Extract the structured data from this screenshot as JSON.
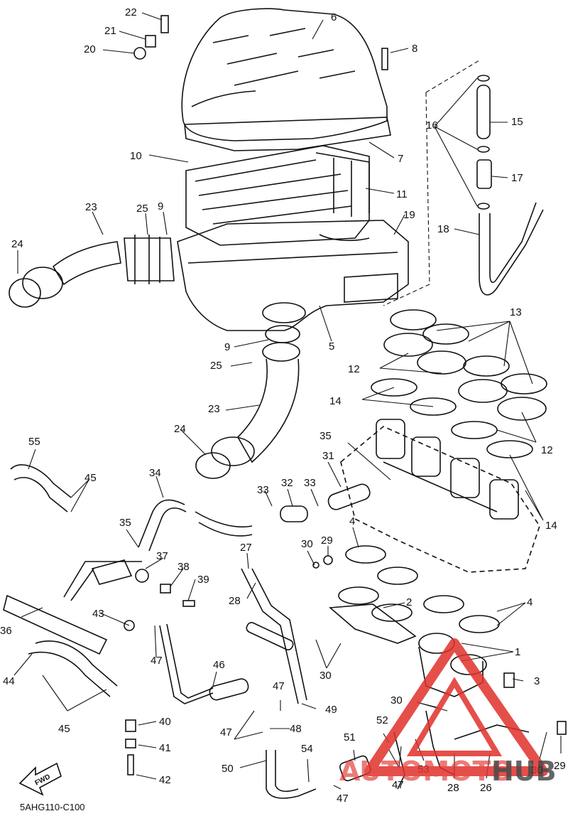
{
  "diagram_code": "5AHG110-C100",
  "fwd_label": "FWD",
  "watermark": {
    "text_red": "AUTOMOTO",
    "text_dark": "HUB",
    "red": "#e0312b",
    "dark": "#2b2b2b"
  },
  "callouts": [
    "1",
    "2",
    "3",
    "4",
    "5",
    "6",
    "7",
    "8",
    "9",
    "10",
    "11",
    "12",
    "13",
    "14",
    "15",
    "16",
    "17",
    "18",
    "19",
    "20",
    "21",
    "22",
    "23",
    "24",
    "25",
    "26",
    "27",
    "28",
    "29",
    "30",
    "31",
    "32",
    "33",
    "34",
    "35",
    "36",
    "37",
    "38",
    "39",
    "40",
    "41",
    "42",
    "43",
    "44",
    "45",
    "46",
    "47",
    "48",
    "49",
    "50",
    "51",
    "52",
    "53",
    "54",
    "55"
  ]
}
